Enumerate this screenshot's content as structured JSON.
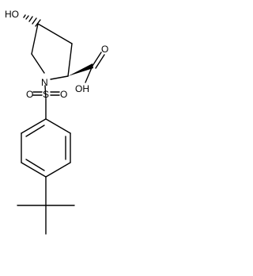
{
  "molecule": {
    "labels": {
      "hydroxyl": "HO",
      "ring_nitrogen": "N",
      "acid_hydroxyl": "OH",
      "acid_carbonyl_oxygen": "O",
      "sulfur": "S",
      "sulfonyl_oxygen_left": "O",
      "sulfonyl_oxygen_right": "O"
    }
  }
}
